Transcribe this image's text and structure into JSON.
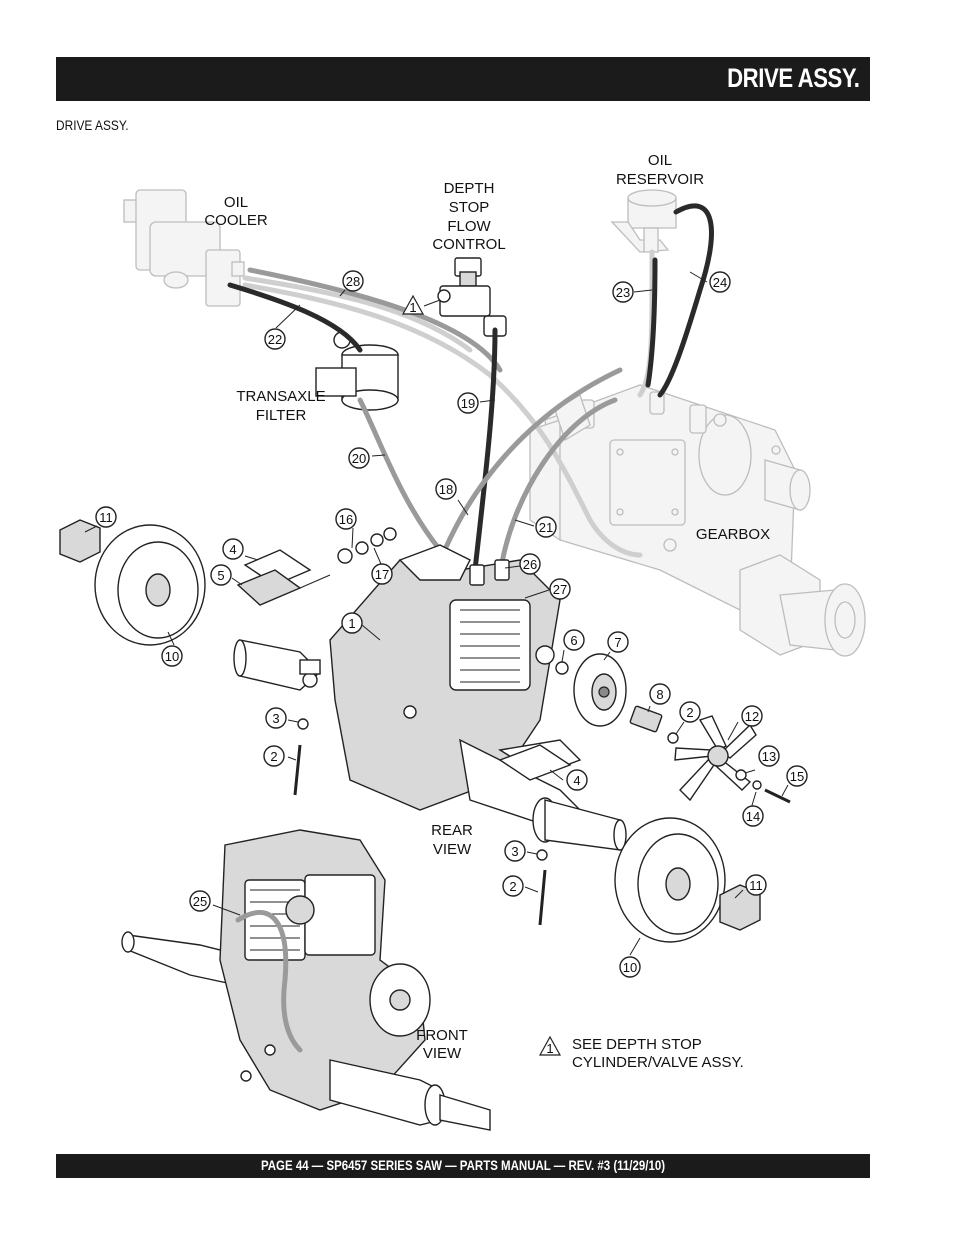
{
  "header": {
    "title": "DRIVE ASSY."
  },
  "subtitle": "DRIVE ASSY.",
  "footer": {
    "text": "PAGE 44 — SP6457 SERIES SAW  — PARTS MANUAL — REV. #3 (11/29/10)"
  },
  "labels": {
    "oil_cooler_1": "OIL",
    "oil_cooler_2": "COOLER",
    "depth_1": "DEPTH",
    "depth_2": "STOP",
    "depth_3": "FLOW",
    "depth_4": "CONTROL",
    "reservoir_1": "OIL",
    "reservoir_2": "RESERVOIR",
    "filter_1": "TRANSAXLE",
    "filter_2": "FILTER",
    "gearbox": "GEARBOX",
    "rear_1": "REAR",
    "rear_2": "VIEW",
    "front_1": "FRONT",
    "front_2": "VIEW",
    "note_1": "SEE DEPTH STOP",
    "note_2": "CYLINDER/VALVE ASSY.",
    "note_symbol": "1",
    "depth_symbol": "1"
  },
  "callouts": {
    "c28": "28",
    "c22": "22",
    "c23": "23",
    "c24": "24",
    "c19": "19",
    "c20": "20",
    "c18": "18",
    "c21": "21",
    "c11a": "11",
    "c16": "16",
    "c4a": "4",
    "c5": "5",
    "c17": "17",
    "c26": "26",
    "c27": "27",
    "c1": "1",
    "c10a": "10",
    "c6": "6",
    "c7": "7",
    "c3a": "3",
    "c8": "8",
    "c2a": "2",
    "c12": "12",
    "c2b": "2",
    "c4b": "4",
    "c13": "13",
    "c15": "15",
    "c14": "14",
    "c3b": "3",
    "c2c": "2",
    "c11b": "11",
    "c10b": "10",
    "c25": "25"
  }
}
